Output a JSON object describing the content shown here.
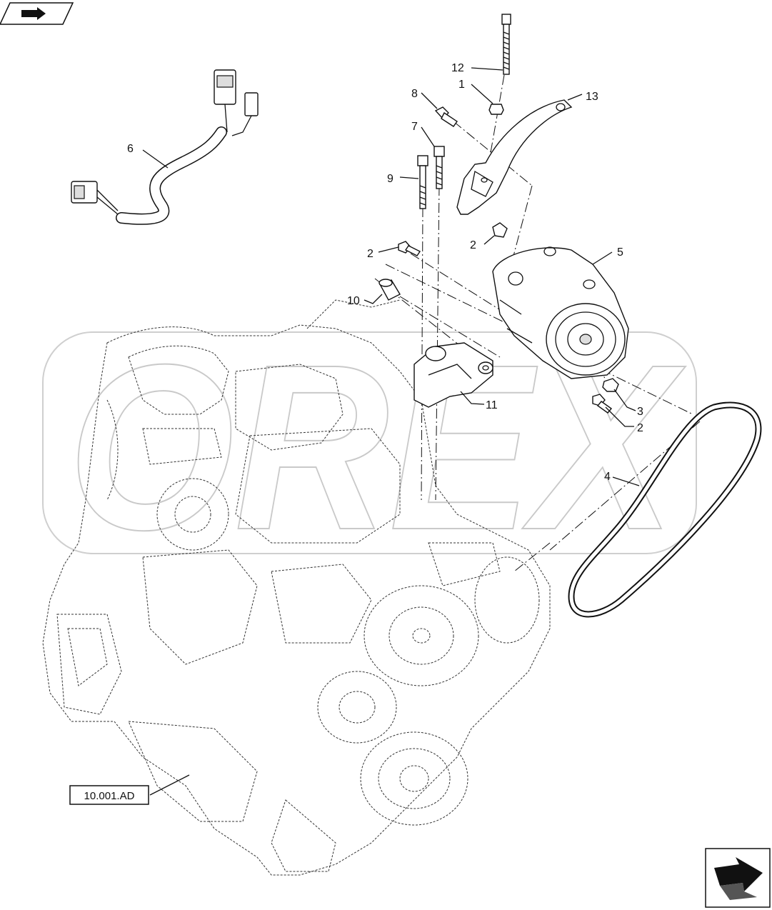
{
  "watermark": "OREX",
  "reference_label": "10.001.AD",
  "callouts": [
    {
      "id": "c12",
      "text": "12"
    },
    {
      "id": "c1",
      "text": "1"
    },
    {
      "id": "c13",
      "text": "13"
    },
    {
      "id": "c8",
      "text": "8"
    },
    {
      "id": "c7",
      "text": "7"
    },
    {
      "id": "c9",
      "text": "9"
    },
    {
      "id": "c6",
      "text": "6"
    },
    {
      "id": "c2a",
      "text": "2"
    },
    {
      "id": "c2b",
      "text": "2"
    },
    {
      "id": "c5",
      "text": "5"
    },
    {
      "id": "c10",
      "text": "10"
    },
    {
      "id": "c11",
      "text": "11"
    },
    {
      "id": "c3",
      "text": "3"
    },
    {
      "id": "c2c",
      "text": "2"
    },
    {
      "id": "c4",
      "text": "4"
    }
  ],
  "icons": {
    "top_left": "prev-page-arrow-icon",
    "bottom_right": "next-page-arrow-icon"
  }
}
